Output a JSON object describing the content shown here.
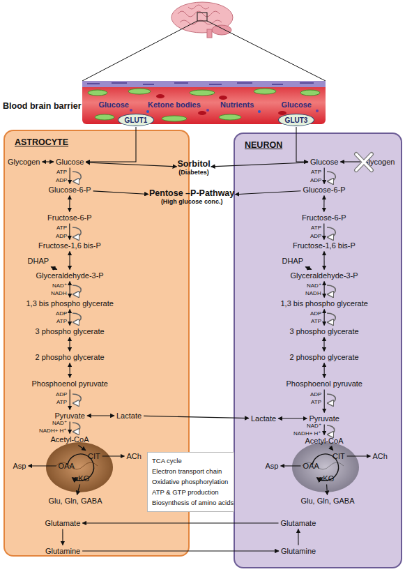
{
  "diagram": {
    "nodes": [
      {
        "text": [
          "GLUT1"
        ]
      },
      {
        "text": [
          "GLUT3"
        ]
      },
      {
        "text": [
          "ASTROCYTE"
        ]
      },
      {
        "text": [
          "Glycogen"
        ],
        "in": 2
      },
      {
        "text": [
          "Glucose"
        ],
        "in": 2
      },
      {
        "text": [
          "Glucose-6-P"
        ],
        "in": 2
      },
      {
        "text": [
          "Fructose-6-P"
        ],
        "in": 2
      },
      {
        "text": [
          "Fructose-1,6 bis-P"
        ],
        "in": 2
      },
      {
        "text": [
          "DHAP"
        ],
        "in": 2
      },
      {
        "text": [
          "Glyceraldehyde-3-P"
        ],
        "in": 2
      },
      {
        "text": [
          "1,3 bis phospho glycerate"
        ],
        "in": 2
      },
      {
        "text": [
          "3 phospho glycerate"
        ],
        "in": 2
      },
      {
        "text": [
          "2 phospho glycerate"
        ],
        "in": 2
      },
      {
        "text": [
          "Phosphoenol pyruvate"
        ],
        "in": 2
      },
      {
        "text": [
          "Pyruvate"
        ],
        "in": 2
      },
      {
        "text": [
          "Lactate"
        ],
        "in": 2
      },
      {
        "text": [
          "Acetyl-CoA"
        ],
        "in": 2
      },
      {
        "text": [
          "Asp"
        ],
        "in": 2
      },
      {
        "text": [
          "OAA"
        ],
        "in": 2
      },
      {
        "text": [
          "CIT"
        ],
        "in": 2
      },
      {
        "text": [
          "ACh"
        ],
        "in": 2
      },
      {
        "text": [
          "αKG"
        ],
        "in": 2
      },
      {
        "text": [
          "Glu, Gln, GABA"
        ],
        "in": 2
      },
      {
        "text": [
          "Glutamate"
        ],
        "in": 2
      },
      {
        "text": [
          "Glutamine"
        ],
        "in": 2
      },
      {
        "text": [
          "Sorbitol",
          "(Diabetes)"
        ]
      },
      {
        "text": [
          "Pentose –P-Pathway",
          "(High glucose conc.)"
        ]
      },
      {
        "text": [
          "NEURON"
        ]
      },
      {
        "text": [
          "Glucose"
        ],
        "in": 27
      },
      {
        "text": [
          "Glycogen"
        ],
        "in": 27
      },
      {
        "text": [
          "Glucose-6-P"
        ],
        "in": 27
      },
      {
        "text": [
          "Fructose-6-P"
        ],
        "in": 27
      },
      {
        "text": [
          "Fructose-1,6 bis-P"
        ],
        "in": 27
      },
      {
        "text": [
          "DHAP"
        ],
        "in": 27
      },
      {
        "text": [
          "Glyceraldehyde-3-P"
        ],
        "in": 27
      },
      {
        "text": [
          "1,3 bis phospho glycerate"
        ],
        "in": 27
      },
      {
        "text": [
          "3 phospho glycerate"
        ],
        "in": 27
      },
      {
        "text": [
          "2 phospho glycerate"
        ],
        "in": 27
      },
      {
        "text": [
          "Phosphoenol pyruvate"
        ],
        "in": 27
      },
      {
        "text": [
          "Lactate"
        ],
        "in": 27
      },
      {
        "text": [
          "Pyruvate"
        ],
        "in": 27
      },
      {
        "text": [
          "Acetyl-CoA"
        ],
        "in": 27
      },
      {
        "text": [
          "Asp"
        ],
        "in": 27
      },
      {
        "text": [
          "OAA"
        ],
        "in": 27
      },
      {
        "text": [
          "CIT"
        ],
        "in": 27
      },
      {
        "text": [
          "ACh"
        ],
        "in": 27
      },
      {
        "text": [
          "αKG"
        ],
        "in": 27
      },
      {
        "text": [
          "Glu, Gln, GABA"
        ],
        "in": 27
      },
      {
        "text": [
          "Glutamate"
        ],
        "in": 27
      },
      {
        "text": [
          "Glutamine"
        ],
        "in": 27
      },
      {
        "text": [
          "TCA cycle",
          "Electron transport chain",
          "Oxidative phosphorylation",
          "ATP & GTP production",
          "Biosynthesis of amino acids"
        ]
      }
    ],
    "edges": [
      {
        "from": 0,
        "to": 4,
        "arrow": "to"
      },
      {
        "from": 1,
        "to": 28,
        "arrow": "to"
      },
      {
        "from": 3,
        "to": 4,
        "arrow": "both"
      },
      {
        "from": 4,
        "to": 5,
        "arrow": "to"
      },
      {
        "from": 5,
        "to": 6,
        "arrow": "both"
      },
      {
        "from": 6,
        "to": 7,
        "arrow": "to"
      },
      {
        "from": 7,
        "to": 9,
        "arrow": "both"
      },
      {
        "from": 8,
        "to": 9,
        "arrow": "both"
      },
      {
        "from": 9,
        "to": 10,
        "arrow": "both"
      },
      {
        "from": 10,
        "to": 11,
        "arrow": "both"
      },
      {
        "from": 11,
        "to": 12,
        "arrow": "both"
      },
      {
        "from": 12,
        "to": 13,
        "arrow": "both"
      },
      {
        "from": 13,
        "to": 14,
        "arrow": "to"
      },
      {
        "from": 14,
        "to": 15,
        "arrow": "both"
      },
      {
        "from": 14,
        "to": 16,
        "arrow": "to"
      },
      {
        "from": 16,
        "to": 19,
        "arrow": "to"
      },
      {
        "from": 18,
        "to": 17,
        "arrow": "to"
      },
      {
        "from": 19,
        "to": 20,
        "arrow": "to"
      },
      {
        "from": 21,
        "to": 22,
        "arrow": "to"
      },
      {
        "from": 23,
        "to": 24,
        "arrow": "to"
      },
      {
        "from": 4,
        "to": 25,
        "arrow": "both"
      },
      {
        "from": 5,
        "to": 26,
        "arrow": "to"
      },
      {
        "from": 15,
        "to": 39,
        "arrow": "to"
      },
      {
        "from": 24,
        "to": 49,
        "arrow": "to"
      },
      {
        "from": 48,
        "to": 23,
        "arrow": "to"
      },
      {
        "from": 29,
        "to": 28,
        "arrow": "to"
      },
      {
        "from": 28,
        "to": 25,
        "arrow": "to"
      },
      {
        "from": 30,
        "to": 26,
        "arrow": "to"
      },
      {
        "from": 28,
        "to": 30,
        "arrow": "to"
      },
      {
        "from": 30,
        "to": 31,
        "arrow": "both"
      },
      {
        "from": 31,
        "to": 32,
        "arrow": "to"
      },
      {
        "from": 32,
        "to": 34,
        "arrow": "both"
      },
      {
        "from": 33,
        "to": 34,
        "arrow": "both"
      },
      {
        "from": 34,
        "to": 35,
        "arrow": "both"
      },
      {
        "from": 35,
        "to": 36,
        "arrow": "both"
      },
      {
        "from": 36,
        "to": 37,
        "arrow": "both"
      },
      {
        "from": 37,
        "to": 38,
        "arrow": "both"
      },
      {
        "from": 38,
        "to": 40,
        "arrow": "to"
      },
      {
        "from": 39,
        "to": 40,
        "arrow": "both"
      },
      {
        "from": 40,
        "to": 41,
        "arrow": "to"
      },
      {
        "from": 41,
        "to": 44,
        "arrow": "to"
      },
      {
        "from": 43,
        "to": 42,
        "arrow": "to"
      },
      {
        "from": 44,
        "to": 45,
        "arrow": "to"
      },
      {
        "from": 46,
        "to": 47,
        "arrow": "to"
      },
      {
        "from": 49,
        "to": 48,
        "arrow": "to"
      }
    ],
    "labels": [
      "Blood brain barrier",
      "Glucose",
      "Ketone bodies",
      "Nutrients",
      "Glucose",
      "ATP",
      "ADP",
      "ATP",
      "ADP",
      "NAD⁺",
      "NADH",
      "ADP",
      "ATP",
      "ADP",
      "ATP",
      "NAD⁺",
      "NADH+ H⁺",
      "ATP",
      "ADP",
      "ATP",
      "ADP",
      "NAD⁺",
      "NADH",
      "ADP",
      "ATP",
      "ADP",
      "ATP",
      "NAD⁺",
      "NADH+ H⁺"
    ]
  }
}
